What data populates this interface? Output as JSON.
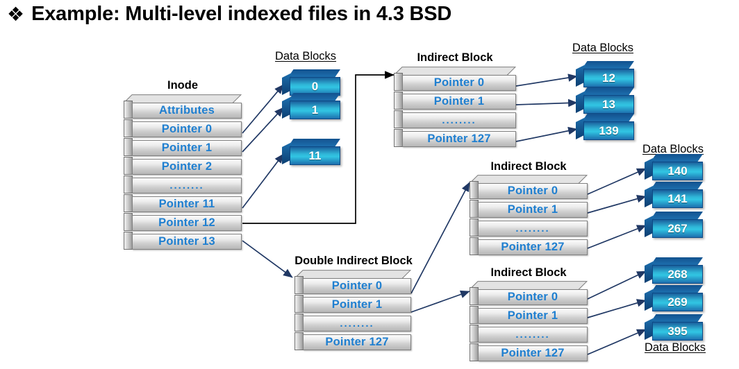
{
  "slide": {
    "bullet_glyph": "❖",
    "title": "Example: Multi-level indexed files in 4.3 BSD"
  },
  "labels": {
    "inode": "Inode",
    "indirect_block": "Indirect Block",
    "double_indirect_block": "Double Indirect Block",
    "data_blocks": "Data Blocks"
  },
  "colors": {
    "pointer_text": "#1f7fd0",
    "data_block_face": "#31c5e3",
    "data_block_top": "#12528f",
    "arrow": "#203864",
    "arrow_black": "#000000",
    "title_text": "#000000"
  },
  "inode": {
    "title": "Inode",
    "rows": [
      {
        "label": "Attributes",
        "dots": false
      },
      {
        "label": "Pointer 0",
        "dots": false
      },
      {
        "label": "Pointer 1",
        "dots": false
      },
      {
        "label": "Pointer 2",
        "dots": false
      },
      {
        "label": "........",
        "dots": true
      },
      {
        "label": "Pointer 11",
        "dots": false
      },
      {
        "label": "Pointer 12",
        "dots": false
      },
      {
        "label": "Pointer 13",
        "dots": false
      }
    ]
  },
  "indirect_block_top": {
    "title": "Indirect Block",
    "rows": [
      {
        "label": "Pointer 0",
        "dots": false
      },
      {
        "label": "Pointer 1",
        "dots": false
      },
      {
        "label": "........",
        "dots": true
      },
      {
        "label": "Pointer 127",
        "dots": false
      }
    ]
  },
  "double_indirect_block": {
    "title": "Double Indirect Block",
    "rows": [
      {
        "label": "Pointer 0",
        "dots": false
      },
      {
        "label": "Pointer 1",
        "dots": false
      },
      {
        "label": "........",
        "dots": true
      },
      {
        "label": "Pointer 127",
        "dots": false
      }
    ]
  },
  "indirect_block_mid": {
    "title": "Indirect Block",
    "rows": [
      {
        "label": "Pointer 0",
        "dots": false
      },
      {
        "label": "Pointer 1",
        "dots": false
      },
      {
        "label": "........",
        "dots": true
      },
      {
        "label": "Pointer 127",
        "dots": false
      }
    ]
  },
  "indirect_block_bottom": {
    "title": "Indirect Block",
    "rows": [
      {
        "label": "Pointer 0",
        "dots": false
      },
      {
        "label": "Pointer 1",
        "dots": false
      },
      {
        "label": "........",
        "dots": true
      },
      {
        "label": "Pointer 127",
        "dots": false
      }
    ]
  },
  "data_blocks_direct": {
    "label": "Data Blocks",
    "blocks": [
      "0",
      "1",
      "11"
    ]
  },
  "data_blocks_indirect": {
    "label": "Data Blocks",
    "blocks": [
      "12",
      "13",
      "139"
    ]
  },
  "data_blocks_dbl_first": {
    "label": "Data Blocks",
    "blocks": [
      "140",
      "141",
      "267"
    ]
  },
  "data_blocks_dbl_second": {
    "label": "Data Blocks",
    "blocks": [
      "268",
      "269",
      "395"
    ]
  }
}
